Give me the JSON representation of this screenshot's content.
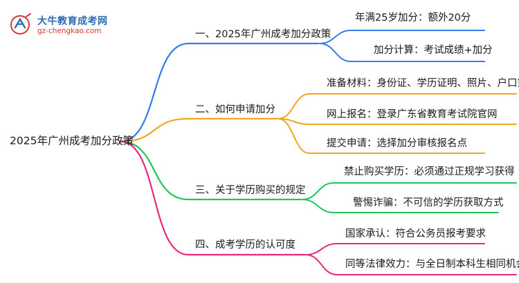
{
  "logo": {
    "name": "大牛教育成考网",
    "url": "gz-chengkao.com"
  },
  "root": "2025年广州成考加分政策",
  "branches": [
    {
      "label": "一、2025年广州成考加分政策",
      "color": "#2f7de8",
      "children": [
        "年满25岁加分：额外20分",
        "加分计算：考试成绩+加分"
      ]
    },
    {
      "label": "二、如何申请加分",
      "color": "#f2a41c",
      "children": [
        "准备材料：身份证、学历证明、照片、户口簿",
        "网上报名：登录广东省教育考试院官网",
        "提交申请：选择加分审核报名点"
      ]
    },
    {
      "label": "三、关于学历购买的规定",
      "color": "#1fc45a",
      "children": [
        "禁止购买学历：必须通过正规学习获得",
        "警惕诈骗：不可信的学历获取方式"
      ]
    },
    {
      "label": "四、成考学历的认可度",
      "color": "#e8267a",
      "children": [
        "国家承认：符合公务员报考要求",
        "同等法律效力：与全日制本科生相同机会"
      ]
    }
  ]
}
